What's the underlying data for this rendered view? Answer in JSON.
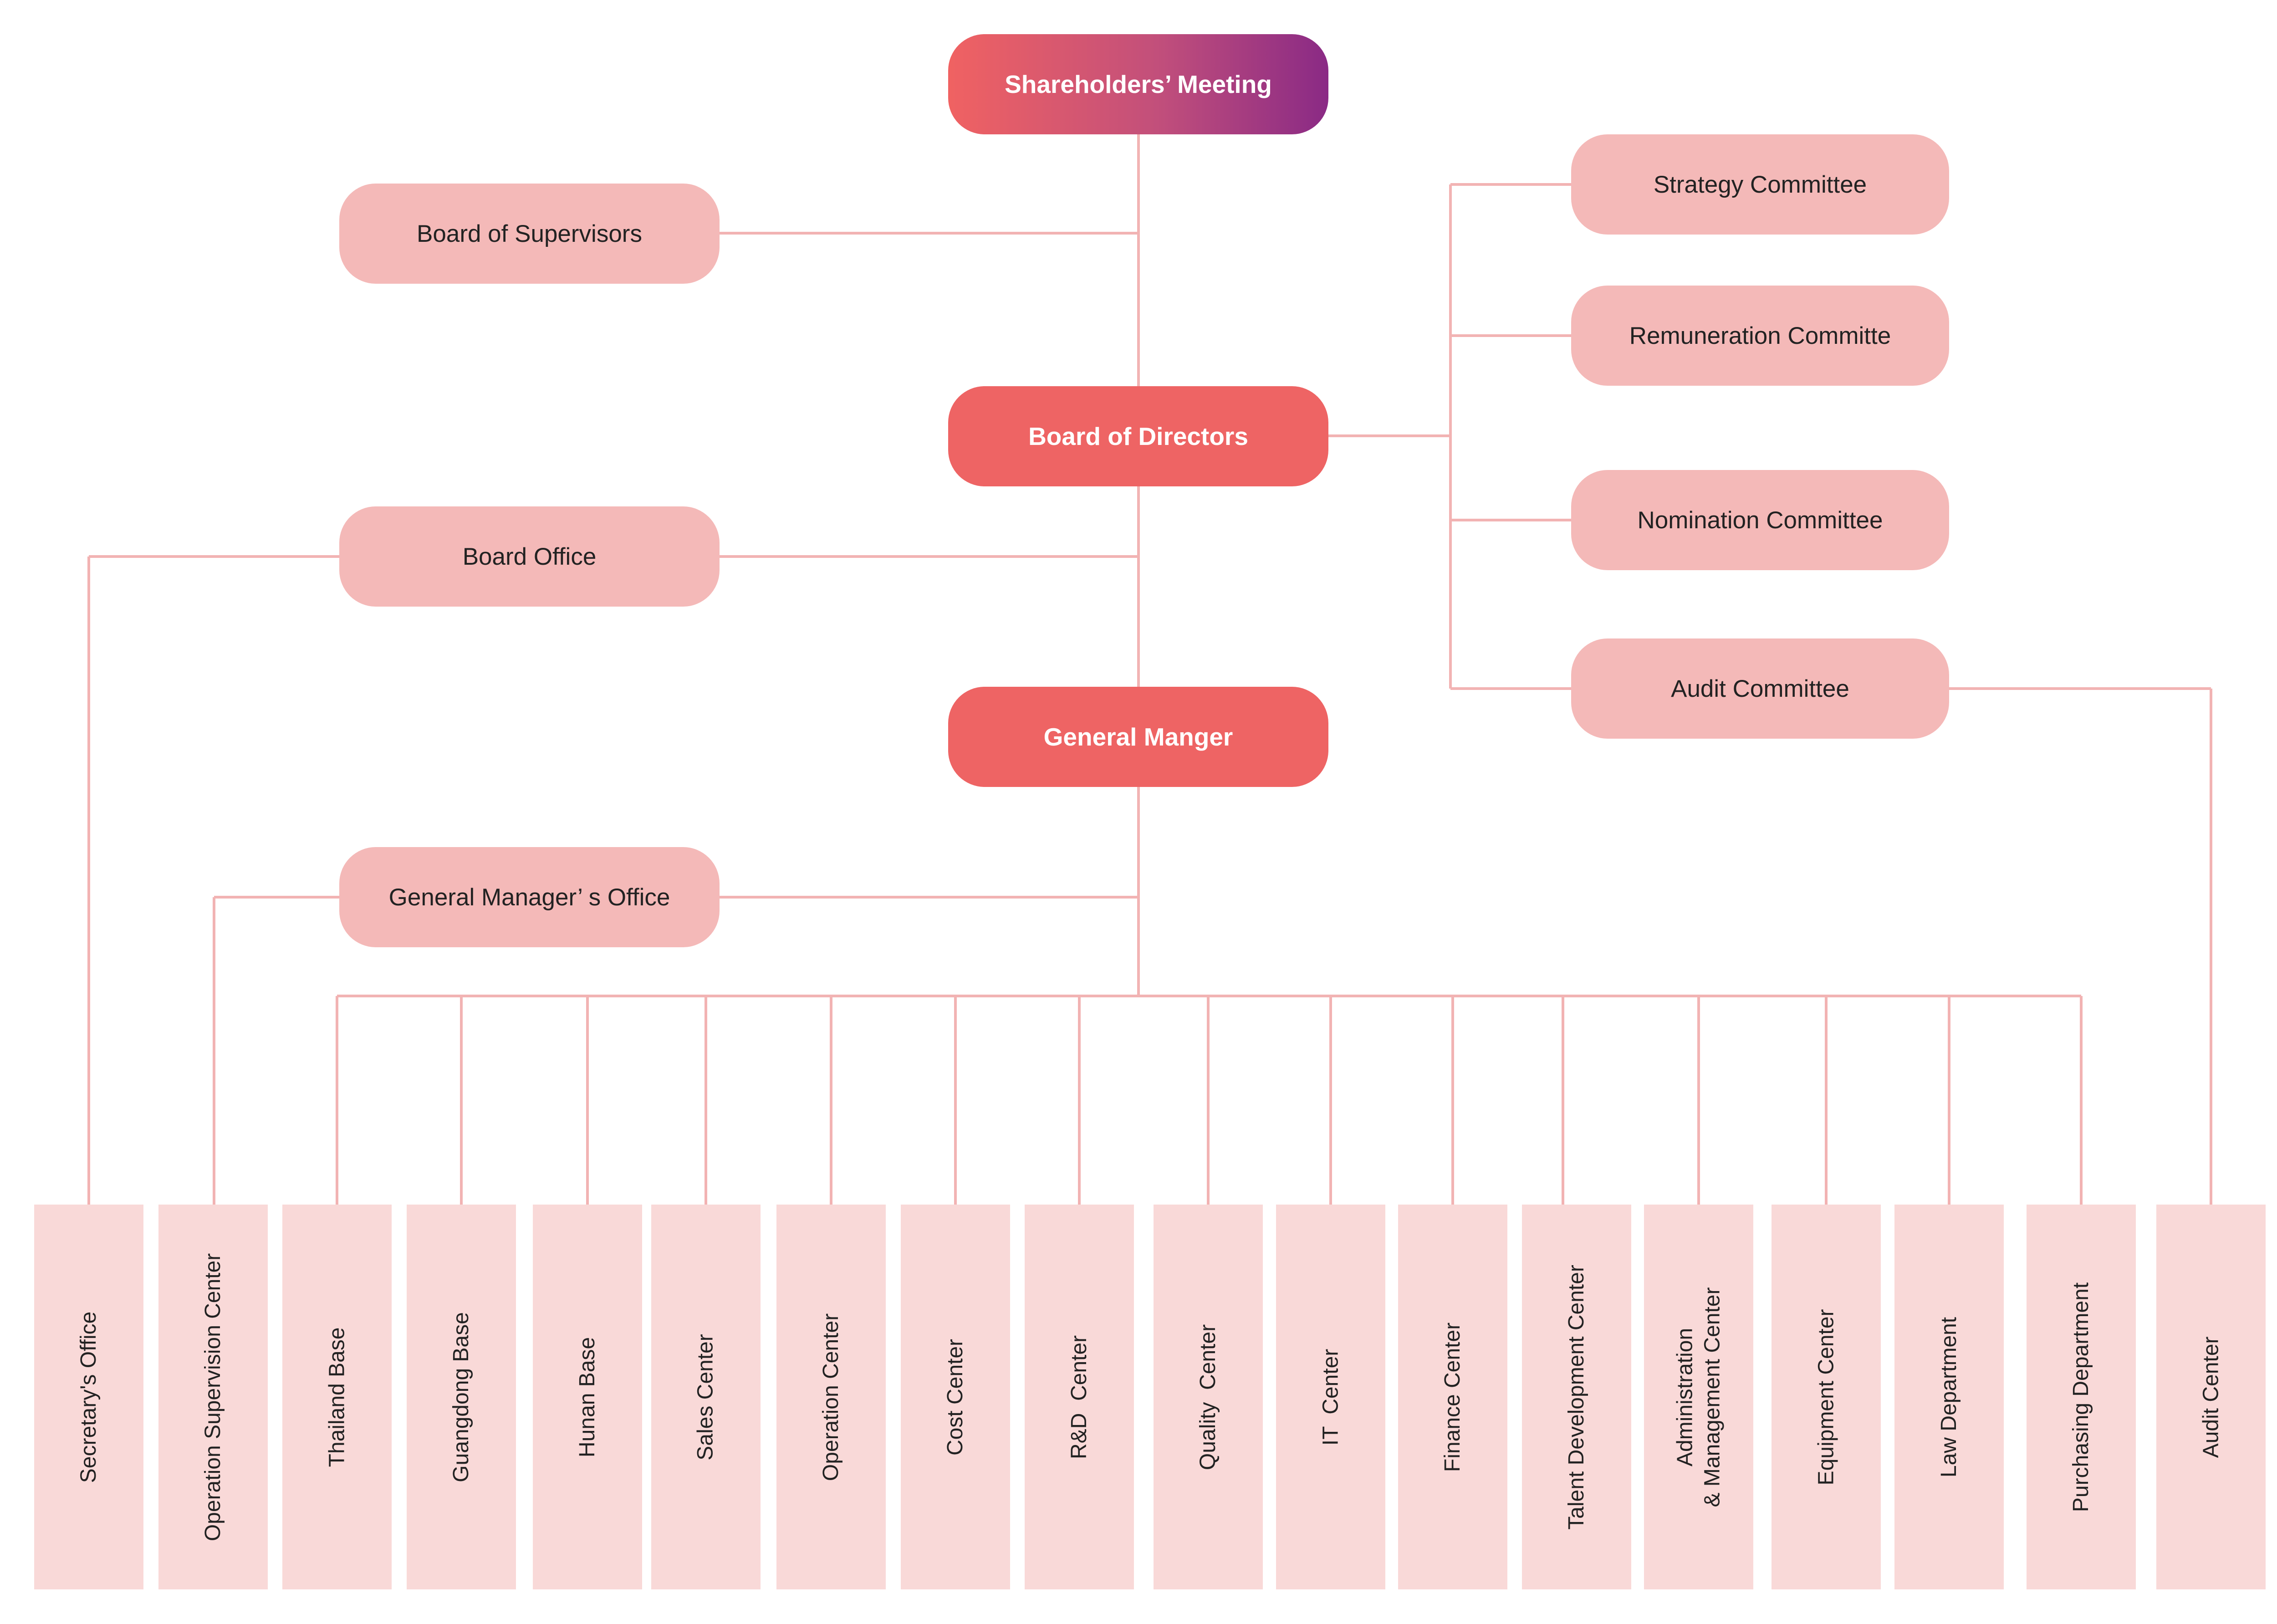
{
  "top": {
    "shareholders_meeting": "Shareholders’ Meeting",
    "board_of_supervisors": "Board of Supervisors",
    "board_of_directors": "Board of Directors",
    "board_office": "Board Office",
    "general_manager": "General Manger",
    "general_managers_office": "General Manager’ s Office"
  },
  "committees": [
    "Strategy Committee",
    "Remuneration Committe",
    "Nomination Committee",
    "Audit Committee"
  ],
  "departments": [
    "Secretary's Office",
    "Operation Supervision Center",
    "Thailand Base",
    "Guangdong Base",
    "Hunan Base",
    "Sales Center",
    "Operation Center",
    "Cost Center",
    "R&D  Center",
    "Quality  Center",
    "IT  Center",
    "Finance Center",
    "Talent Development Center",
    "Administration\n& Management Center",
    "Equipment Center",
    "Law Department",
    "Purchasing Department",
    "Audit Center"
  ]
}
